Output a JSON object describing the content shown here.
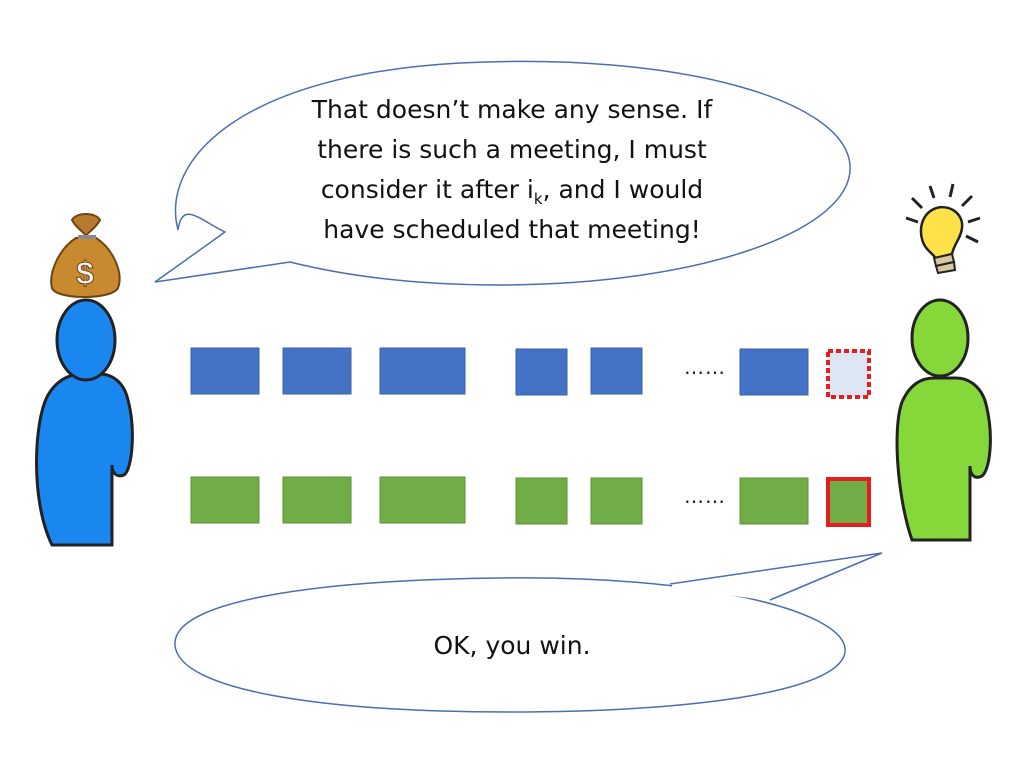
{
  "speech": {
    "top": {
      "line1": "That doesn’t make any sense. If",
      "line2": "there is such a meeting, I must",
      "line3_before": "consider it after i",
      "line3_sub": "k",
      "line3_after": ", and I would",
      "line4": "have scheduled that meeting!"
    },
    "bottom": "OK, you win."
  },
  "rows": {
    "blue": {
      "color": "#4472c4",
      "blocks": 7,
      "ellipsis": "……"
    },
    "green": {
      "color": "#70ad47",
      "blocks": 7,
      "ellipsis": "……"
    }
  },
  "highlight": {
    "dashed_fill": "#dde7f3",
    "border": "#e41e1e"
  },
  "characters": {
    "left": {
      "color": "#1a86f0",
      "prop": "money-bag-icon",
      "bag_symbol": "$"
    },
    "right": {
      "color": "#86d83a",
      "prop": "lightbulb-icon"
    }
  }
}
